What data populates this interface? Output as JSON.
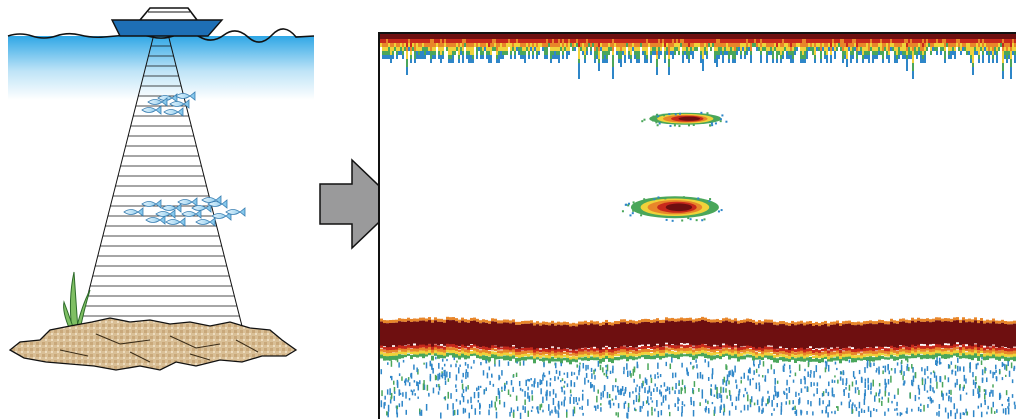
{
  "illustration": {
    "description_icons": [
      "boat-icon",
      "fish-icon",
      "seaweed-icon",
      "rock-icon"
    ],
    "fish_schools": [
      {
        "depth_level": "shallow",
        "fish_count": 6
      },
      {
        "depth_level": "mid",
        "fish_count": 14
      }
    ]
  },
  "echogram": {
    "targets": [
      {
        "kind": "fish-school",
        "depth_fraction": 0.22,
        "position_fraction": 0.48
      },
      {
        "kind": "fish-school",
        "depth_fraction": 0.45,
        "position_fraction": 0.47
      }
    ],
    "bottom_depth_fraction": 0.82
  },
  "colors": {
    "water_top": "#2fa7e6",
    "boat": "#1e6fb5",
    "arrow": "#9a9a9b",
    "echo_strong": "#6e0f10",
    "echo_red": "#c8291c",
    "echo_orange": "#e8862a",
    "echo_yellow": "#f0d23a",
    "echo_green": "#4aa65a",
    "echo_blue": "#2e86c8",
    "rock": "#d9bf96"
  }
}
